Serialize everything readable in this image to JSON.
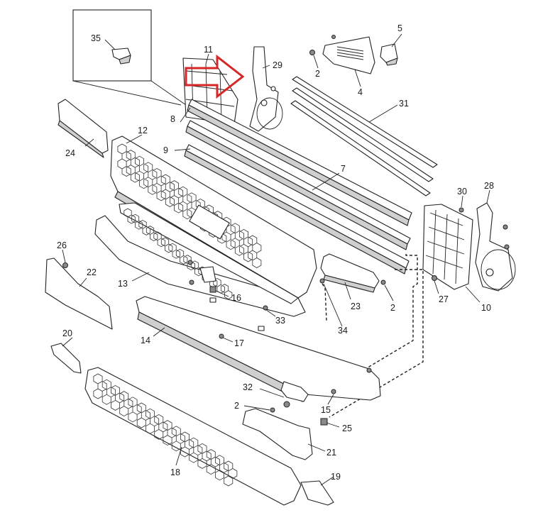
{
  "parts": [
    {
      "id": "p1",
      "label": "35"
    },
    {
      "id": "p2",
      "label": "11"
    },
    {
      "id": "p3",
      "label": "29"
    },
    {
      "id": "p4",
      "label": "2"
    },
    {
      "id": "p5",
      "label": "4"
    },
    {
      "id": "p6",
      "label": "5"
    },
    {
      "id": "p7",
      "label": "8"
    },
    {
      "id": "p8",
      "label": "31"
    },
    {
      "id": "p9",
      "label": "12"
    },
    {
      "id": "p10",
      "label": "24"
    },
    {
      "id": "p11",
      "label": "9"
    },
    {
      "id": "p12",
      "label": "7"
    },
    {
      "id": "p13",
      "label": "30"
    },
    {
      "id": "p14",
      "label": "28"
    },
    {
      "id": "p15",
      "label": "26"
    },
    {
      "id": "p16",
      "label": "22"
    },
    {
      "id": "p17",
      "label": "13"
    },
    {
      "id": "p18",
      "label": "16"
    },
    {
      "id": "p19",
      "label": "33"
    },
    {
      "id": "p20",
      "label": "23"
    },
    {
      "id": "p21",
      "label": "2"
    },
    {
      "id": "p22",
      "label": "27"
    },
    {
      "id": "p23",
      "label": "10"
    },
    {
      "id": "p24",
      "label": "34"
    },
    {
      "id": "p25",
      "label": "14"
    },
    {
      "id": "p26",
      "label": "17"
    },
    {
      "id": "p27",
      "label": "20"
    },
    {
      "id": "p28",
      "label": "32"
    },
    {
      "id": "p29",
      "label": "2"
    },
    {
      "id": "p30",
      "label": "15"
    },
    {
      "id": "p31",
      "label": "25"
    },
    {
      "id": "p32",
      "label": "21"
    },
    {
      "id": "p33",
      "label": "18"
    },
    {
      "id": "p34",
      "label": "19"
    }
  ],
  "colors": {
    "arrow": "#d62728",
    "line": "#222222",
    "fill": "#ffffff",
    "shade": "#cfcfcf"
  }
}
